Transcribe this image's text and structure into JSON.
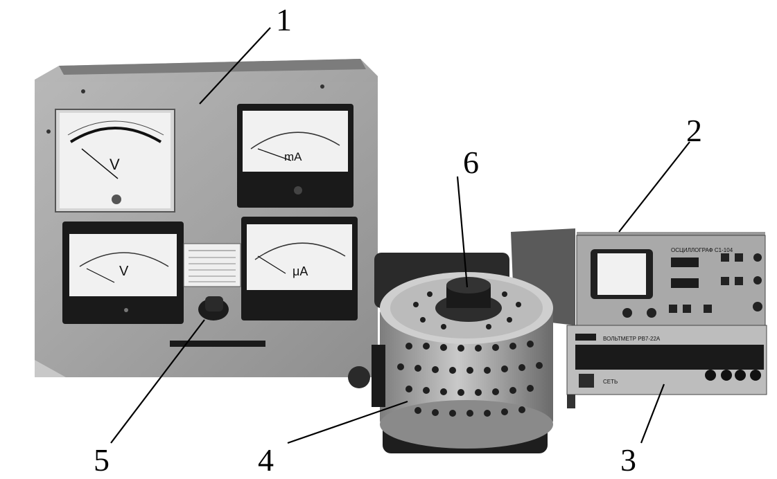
{
  "callouts": {
    "n1": "1",
    "n2": "2",
    "n3": "3",
    "n4": "4",
    "n5": "5",
    "n6": "6"
  },
  "panel": {
    "voltmeter_top_unit": "V",
    "voltmeter_bottom_unit": "V",
    "milliammeter_unit": "mA",
    "microammeter_unit": "μA"
  },
  "oscilloscope": {
    "label": "ОСЦИЛЛОГРАФ С1-104"
  },
  "voltmeter_device": {
    "label": "ВОЛЬТМЕТР РВ7-22А",
    "power_label": "СЕТЬ"
  },
  "colors": {
    "panel": "#a9a9a9",
    "dial_face": "#f1f1f1",
    "meter_housing": "#1a1a1a",
    "background": "#ffffff"
  }
}
